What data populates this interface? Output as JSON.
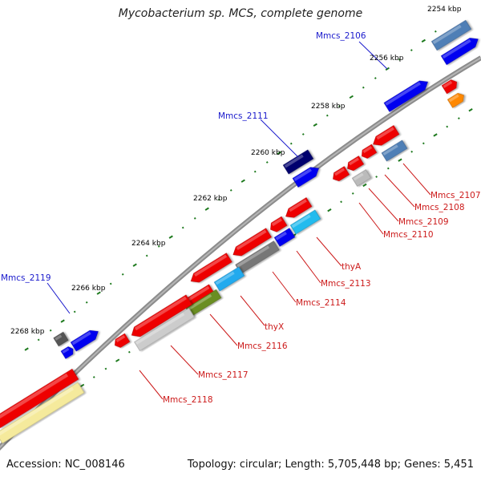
{
  "title": "Mycobacterium sp. MCS, complete genome",
  "footer": {
    "accession": "Accession: NC_008146",
    "info": "Topology: circular; Length: 5,705,448 bp; Genes: 5,451"
  },
  "axis": {
    "ticks": [
      "2254 kbp",
      "2256 kbp",
      "2258 kbp",
      "2260 kbp",
      "2262 kbp",
      "2264 kbp",
      "2266 kbp",
      "2268 kbp"
    ]
  },
  "gene_labels": {
    "above": [
      "Mmcs_2106",
      "Mmcs_2111",
      "Mmcs_2119"
    ],
    "below": [
      "Mmcs_2107",
      "Mmcs_2108",
      "Mmcs_2109",
      "Mmcs_2110",
      "thyA",
      "Mmcs_2113",
      "Mmcs_2114",
      "thyX",
      "Mmcs_2116",
      "Mmcs_2117",
      "Mmcs_2118"
    ]
  },
  "colors": {
    "blue_label": "#1a1acc",
    "red_label": "#cc1a1a",
    "backbone": "#8a8a8a"
  }
}
